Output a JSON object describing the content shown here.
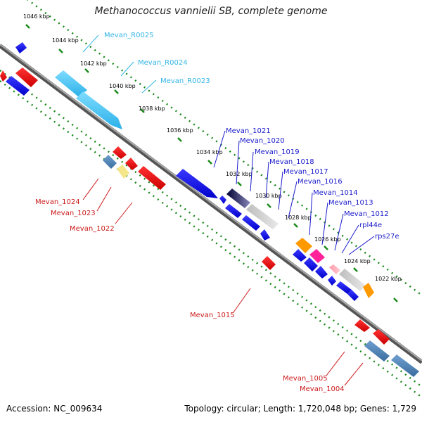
{
  "title": "Methanococcus vannielii SB, complete genome",
  "footer": {
    "accession": "Accession: NC_009634",
    "summary": "Topology: circular; Length: 1,720,048 bp; Genes: 1,729"
  },
  "colors": {
    "backbone": "#8a8a8a",
    "tick_dots": "#1a8a1a",
    "blue_label": "#1a1acc",
    "red_label": "#cc1a1a",
    "cyan_label": "#33b5e5"
  },
  "ticks": [
    {
      "label": "1046 kbp",
      "kbp": 1046
    },
    {
      "label": "1044 kbp",
      "kbp": 1044
    },
    {
      "label": "1042 kbp",
      "kbp": 1042
    },
    {
      "label": "1040 kbp",
      "kbp": 1040
    },
    {
      "label": "1038 kbp",
      "kbp": 1038
    },
    {
      "label": "1036 kbp",
      "kbp": 1036
    },
    {
      "label": "1034 kbp",
      "kbp": 1034
    },
    {
      "label": "1032 kbp",
      "kbp": 1032
    },
    {
      "label": "1030 kbp",
      "kbp": 1030
    },
    {
      "label": "1028 kbp",
      "kbp": 1028
    },
    {
      "label": "1026 kbp",
      "kbp": 1026
    },
    {
      "label": "1024 kbp",
      "kbp": 1024
    },
    {
      "label": "1022 kbp",
      "kbp": 1022
    }
  ],
  "gene_labels": [
    {
      "text": "Mevan_R0025",
      "color": "cyan"
    },
    {
      "text": "Mevan_R0024",
      "color": "cyan"
    },
    {
      "text": "Mevan_R0023",
      "color": "cyan"
    },
    {
      "text": "Mevan_1021",
      "color": "blue"
    },
    {
      "text": "Mevan_1020",
      "color": "blue"
    },
    {
      "text": "Mevan_1019",
      "color": "blue"
    },
    {
      "text": "Mevan_1018",
      "color": "blue"
    },
    {
      "text": "Mevan_1017",
      "color": "blue"
    },
    {
      "text": "Mevan_1016",
      "color": "blue"
    },
    {
      "text": "Mevan_1014",
      "color": "blue"
    },
    {
      "text": "Mevan_1013",
      "color": "blue"
    },
    {
      "text": "Mevan_1012",
      "color": "blue"
    },
    {
      "text": "rpl44e",
      "color": "blue"
    },
    {
      "text": "rps27e",
      "color": "blue"
    },
    {
      "text": "Mevan_1024",
      "color": "red"
    },
    {
      "text": "Mevan_1023",
      "color": "red"
    },
    {
      "text": "Mevan_1022",
      "color": "red"
    },
    {
      "text": "Mevan_1015",
      "color": "red"
    },
    {
      "text": "Mevan_1005",
      "color": "red"
    },
    {
      "text": "Mevan_1004",
      "color": "red"
    }
  ]
}
